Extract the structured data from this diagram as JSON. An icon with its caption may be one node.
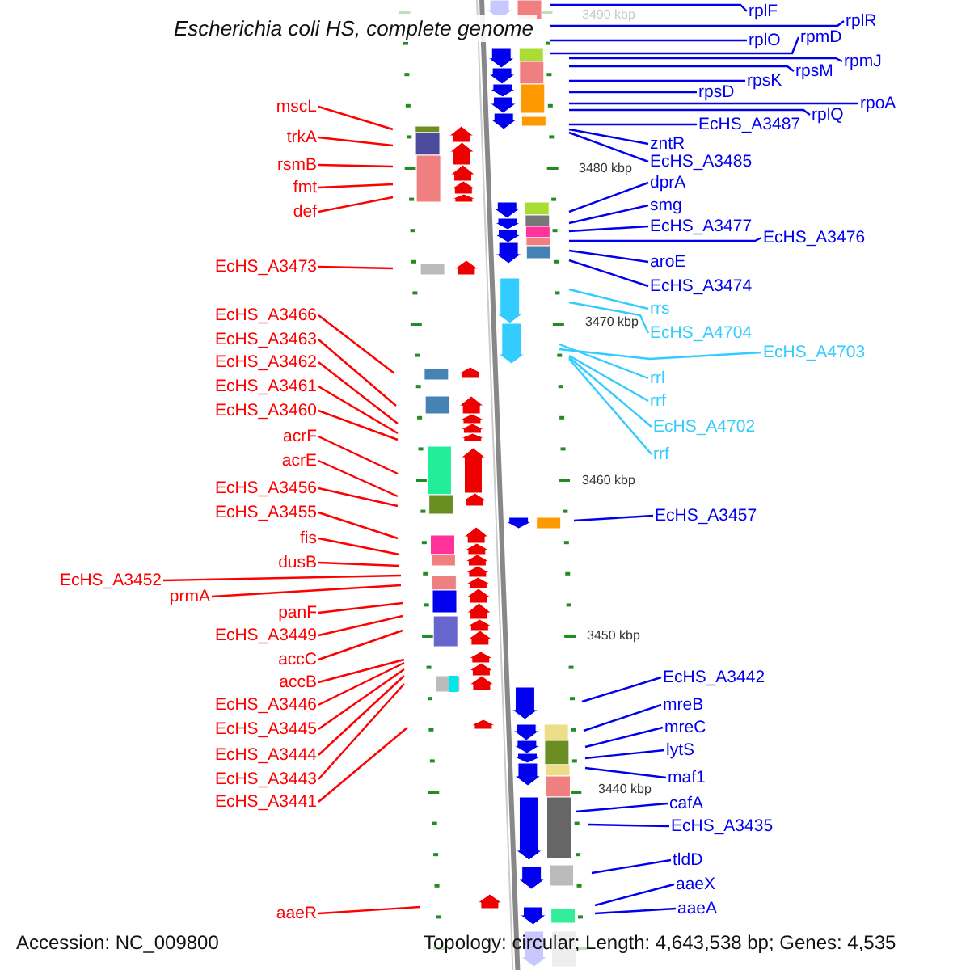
{
  "diagram": {
    "title": "Escherichia coli HS, complete genome",
    "nodes": [
      {
        "text": [
          "mscL"
        ]
      },
      {
        "text": [
          "trkA"
        ]
      },
      {
        "text": [
          "rsmB"
        ]
      },
      {
        "text": [
          "fmt"
        ]
      },
      {
        "text": [
          "def"
        ]
      },
      {
        "text": [
          "EcHS_A3473"
        ]
      },
      {
        "text": [
          "EcHS_A3466"
        ]
      },
      {
        "text": [
          "EcHS_A3463"
        ]
      },
      {
        "text": [
          "EcHS_A3462"
        ]
      },
      {
        "text": [
          "EcHS_A3461"
        ]
      },
      {
        "text": [
          "EcHS_A3460"
        ]
      },
      {
        "text": [
          "acrF"
        ]
      },
      {
        "text": [
          "acrE"
        ]
      },
      {
        "text": [
          "EcHS_A3456"
        ]
      },
      {
        "text": [
          "EcHS_A3455"
        ]
      },
      {
        "text": [
          "fis"
        ]
      },
      {
        "text": [
          "dusB"
        ]
      },
      {
        "text": [
          "EcHS_A3452"
        ]
      },
      {
        "text": [
          "prmA"
        ]
      },
      {
        "text": [
          "panF"
        ]
      },
      {
        "text": [
          "EcHS_A3449"
        ]
      },
      {
        "text": [
          "accC"
        ]
      },
      {
        "text": [
          "accB"
        ]
      },
      {
        "text": [
          "EcHS_A3446"
        ]
      },
      {
        "text": [
          "EcHS_A3445"
        ]
      },
      {
        "text": [
          "EcHS_A3444"
        ]
      },
      {
        "text": [
          "EcHS_A3443"
        ]
      },
      {
        "text": [
          "EcHS_A3441"
        ]
      },
      {
        "text": [
          "aaeR"
        ]
      },
      {
        "text": [
          "rplF"
        ]
      },
      {
        "text": [
          "rplR"
        ]
      },
      {
        "text": [
          "rplO"
        ]
      },
      {
        "text": [
          "rpmD"
        ]
      },
      {
        "text": [
          "rpmJ"
        ]
      },
      {
        "text": [
          "rpsM"
        ]
      },
      {
        "text": [
          "rpsK"
        ]
      },
      {
        "text": [
          "rpsD"
        ]
      },
      {
        "text": [
          "rpoA"
        ]
      },
      {
        "text": [
          "rplQ"
        ]
      },
      {
        "text": [
          "EcHS_A3487"
        ]
      },
      {
        "text": [
          "zntR"
        ]
      },
      {
        "text": [
          "EcHS_A3485"
        ]
      },
      {
        "text": [
          "dprA"
        ]
      },
      {
        "text": [
          "smg"
        ]
      },
      {
        "text": [
          "EcHS_A3477"
        ]
      },
      {
        "text": [
          "EcHS_A3476"
        ]
      },
      {
        "text": [
          "aroE"
        ]
      },
      {
        "text": [
          "EcHS_A3474"
        ]
      },
      {
        "text": [
          "rrs"
        ]
      },
      {
        "text": [
          "EcHS_A4704"
        ]
      },
      {
        "text": [
          "EcHS_A4703"
        ]
      },
      {
        "text": [
          "rrl"
        ]
      },
      {
        "text": [
          "rrf"
        ]
      },
      {
        "text": [
          "EcHS_A4702"
        ]
      },
      {
        "text": [
          "rrf"
        ]
      },
      {
        "text": [
          "EcHS_A3457"
        ]
      },
      {
        "text": [
          "EcHS_A3442"
        ]
      },
      {
        "text": [
          "mreB"
        ]
      },
      {
        "text": [
          "mreC"
        ]
      },
      {
        "text": [
          "lytS"
        ]
      },
      {
        "text": [
          "maf1"
        ]
      },
      {
        "text": [
          "cafA"
        ]
      },
      {
        "text": [
          "EcHS_A3435"
        ]
      },
      {
        "text": [
          "tldD"
        ]
      },
      {
        "text": [
          "aaeX"
        ]
      },
      {
        "text": [
          "aaeA"
        ]
      }
    ],
    "edges": [
      {
        "from": 0,
        "to": null,
        "arrow": "none",
        "color": "#ff0000"
      },
      {
        "from": 1,
        "to": null,
        "arrow": "none",
        "color": "#ff0000"
      },
      {
        "from": 2,
        "to": null,
        "arrow": "none",
        "color": "#ff0000"
      },
      {
        "from": 3,
        "to": null,
        "arrow": "none",
        "color": "#ff0000"
      },
      {
        "from": 4,
        "to": null,
        "arrow": "none",
        "color": "#ff0000"
      },
      {
        "from": 5,
        "to": null,
        "arrow": "none",
        "color": "#ff0000"
      },
      {
        "from": 6,
        "to": null,
        "arrow": "none",
        "color": "#ff0000"
      },
      {
        "from": 7,
        "to": null,
        "arrow": "none",
        "color": "#ff0000"
      },
      {
        "from": 8,
        "to": null,
        "arrow": "none",
        "color": "#ff0000"
      },
      {
        "from": 9,
        "to": null,
        "arrow": "none",
        "color": "#ff0000"
      },
      {
        "from": 10,
        "to": null,
        "arrow": "none",
        "color": "#ff0000"
      },
      {
        "from": 11,
        "to": null,
        "arrow": "none",
        "color": "#ff0000"
      },
      {
        "from": 12,
        "to": null,
        "arrow": "none",
        "color": "#ff0000"
      },
      {
        "from": 13,
        "to": null,
        "arrow": "none",
        "color": "#ff0000"
      },
      {
        "from": 14,
        "to": null,
        "arrow": "none",
        "color": "#ff0000"
      },
      {
        "from": 15,
        "to": null,
        "arrow": "none",
        "color": "#ff0000"
      },
      {
        "from": 16,
        "to": null,
        "arrow": "none",
        "color": "#ff0000"
      },
      {
        "from": 17,
        "to": null,
        "arrow": "none",
        "color": "#ff0000"
      },
      {
        "from": 18,
        "to": null,
        "arrow": "none",
        "color": "#ff0000"
      },
      {
        "from": 19,
        "to": null,
        "arrow": "none",
        "color": "#ff0000"
      },
      {
        "from": 20,
        "to": null,
        "arrow": "none",
        "color": "#ff0000"
      },
      {
        "from": 21,
        "to": null,
        "arrow": "none",
        "color": "#ff0000"
      },
      {
        "from": 22,
        "to": null,
        "arrow": "none",
        "color": "#ff0000"
      },
      {
        "from": 23,
        "to": null,
        "arrow": "none",
        "color": "#ff0000"
      },
      {
        "from": 24,
        "to": null,
        "arrow": "none",
        "color": "#ff0000"
      },
      {
        "from": 25,
        "to": null,
        "arrow": "none",
        "color": "#ff0000"
      },
      {
        "from": 26,
        "to": null,
        "arrow": "none",
        "color": "#ff0000"
      },
      {
        "from": 27,
        "to": null,
        "arrow": "none",
        "color": "#ff0000"
      },
      {
        "from": 28,
        "to": null,
        "arrow": "none",
        "color": "#ff0000"
      },
      {
        "from": 29,
        "to": null,
        "arrow": "none"
      },
      {
        "from": 30,
        "to": null,
        "arrow": "none"
      },
      {
        "from": 31,
        "to": null,
        "arrow": "none"
      },
      {
        "from": 32,
        "to": null,
        "arrow": "none"
      },
      {
        "from": 33,
        "to": null,
        "arrow": "none"
      },
      {
        "from": 34,
        "to": null,
        "arrow": "none"
      },
      {
        "from": 35,
        "to": null,
        "arrow": "none"
      },
      {
        "from": 36,
        "to": null,
        "arrow": "none"
      },
      {
        "from": 37,
        "to": null,
        "arrow": "none"
      },
      {
        "from": 38,
        "to": null,
        "arrow": "none"
      },
      {
        "from": 39,
        "to": null,
        "arrow": "none"
      },
      {
        "from": 40,
        "to": null,
        "arrow": "none"
      },
      {
        "from": 41,
        "to": null,
        "arrow": "none"
      },
      {
        "from": 42,
        "to": null,
        "arrow": "none"
      },
      {
        "from": 43,
        "to": null,
        "arrow": "none"
      },
      {
        "from": 44,
        "to": null,
        "arrow": "none"
      },
      {
        "from": 45,
        "to": null,
        "arrow": "none"
      },
      {
        "from": 46,
        "to": null,
        "arrow": "none"
      },
      {
        "from": 47,
        "to": null,
        "arrow": "none"
      },
      {
        "from": 48,
        "to": null,
        "arrow": "none",
        "color": "#33ccff"
      },
      {
        "from": 49,
        "to": null,
        "arrow": "none",
        "color": "#33ccff"
      },
      {
        "from": 50,
        "to": null,
        "arrow": "none",
        "color": "#33ccff"
      },
      {
        "from": 51,
        "to": null,
        "arrow": "none",
        "color": "#33ccff"
      },
      {
        "from": 52,
        "to": null,
        "arrow": "none",
        "color": "#33ccff"
      },
      {
        "from": 53,
        "to": null,
        "arrow": "none",
        "color": "#33ccff"
      },
      {
        "from": 54,
        "to": null,
        "arrow": "none",
        "color": "#33ccff"
      },
      {
        "from": 55,
        "to": null,
        "arrow": "none"
      },
      {
        "from": 56,
        "to": null,
        "arrow": "none"
      },
      {
        "from": 57,
        "to": null,
        "arrow": "none"
      },
      {
        "from": 58,
        "to": null,
        "arrow": "none"
      },
      {
        "from": 59,
        "to": null,
        "arrow": "none"
      },
      {
        "from": 60,
        "to": null,
        "arrow": "none"
      },
      {
        "from": 61,
        "to": null,
        "arrow": "none"
      },
      {
        "from": 62,
        "to": null,
        "arrow": "none"
      },
      {
        "from": 63,
        "to": null,
        "arrow": "none"
      },
      {
        "from": 64,
        "to": null,
        "arrow": "none"
      },
      {
        "from": 65,
        "to": null,
        "arrow": "none"
      }
    ],
    "labels": [
      "3490 kbp",
      "3480 kbp",
      "3470 kbp",
      "3460 kbp",
      "3450 kbp",
      "3440 kbp",
      "Accession: NC_009800",
      "Topology: circular; Length: 4,643,538 bp; Genes: 4,535"
    ]
  }
}
